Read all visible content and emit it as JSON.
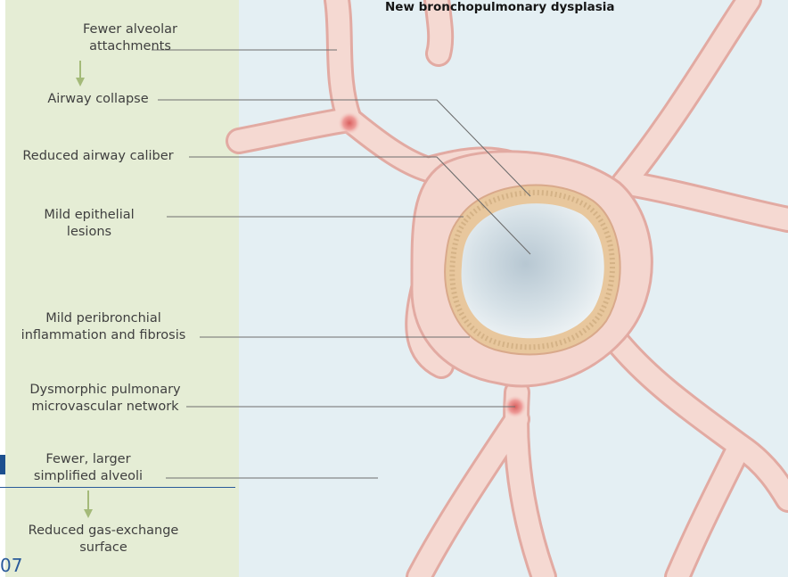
{
  "title": "New bronchopulmonary dysplasia",
  "labels": {
    "alveolar_attachments": [
      "Fewer alveolar",
      "attachments"
    ],
    "airway_collapse": "Airway collapse",
    "airway_caliber": "Reduced airway caliber",
    "epithelial": [
      "Mild epithelial",
      "lesions"
    ],
    "peribronchial": [
      "Mild peribronchial",
      "inflammation and fibrosis"
    ],
    "microvascular": [
      "Dysmorphic pulmonary",
      "microvascular network"
    ],
    "alveoli": [
      "Fewer, larger",
      "simplified alveoli"
    ],
    "gas_exchange": [
      "Reduced gas-exchange",
      "surface"
    ]
  },
  "page_number_fragment": "07",
  "colors": {
    "left_panel": "#e5edd5",
    "background": "#e4eff3",
    "tissue": "#f4d6cf",
    "tissue_edge": "#e4aea6",
    "epithelium": "#e6c8a0",
    "lumen": "#c9d6de",
    "vessel": "#e88a88",
    "arrow": "#a4ba79",
    "leader": "#6e6e6e"
  }
}
